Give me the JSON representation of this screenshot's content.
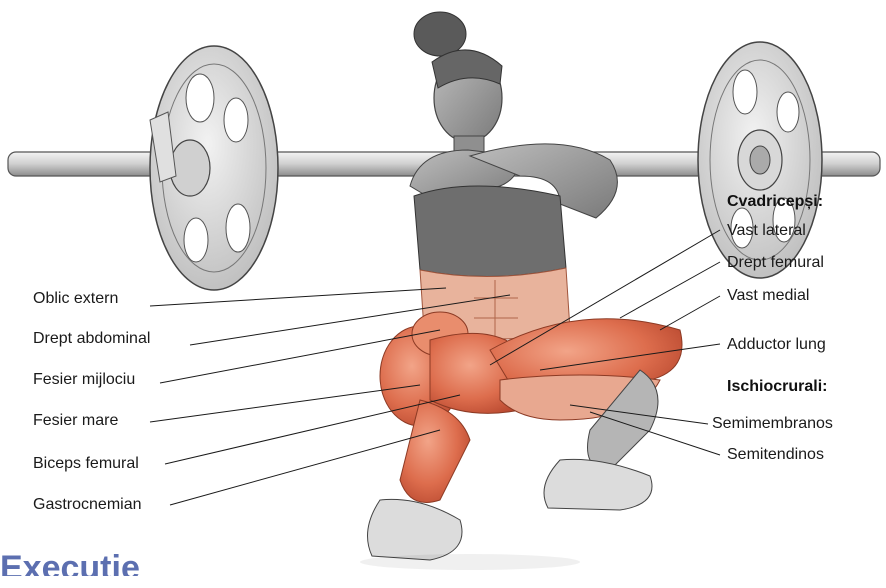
{
  "labels_left": [
    "Oblic extern",
    "Drept abdominal",
    "Fesier mijlociu",
    "Fesier mare",
    "Biceps femural",
    "Gastrocnemian"
  ],
  "group_quadriceps": {
    "title": "Cvadricepși:",
    "items": [
      "Vast lateral",
      "Drept femural",
      "Vast medial"
    ]
  },
  "adductor": "Adductor lung",
  "group_hamstrings": {
    "title": "Ischiocrurali:",
    "items": [
      "Semimembranos",
      "Semitendinos"
    ]
  },
  "section_title": "Execuție",
  "colors": {
    "muscle": "#d9694a",
    "muscle_light": "#ee9c7f",
    "section_title": "#5c6fb0",
    "skin": "#9a9a9a",
    "metal": "#e6e6e6"
  }
}
